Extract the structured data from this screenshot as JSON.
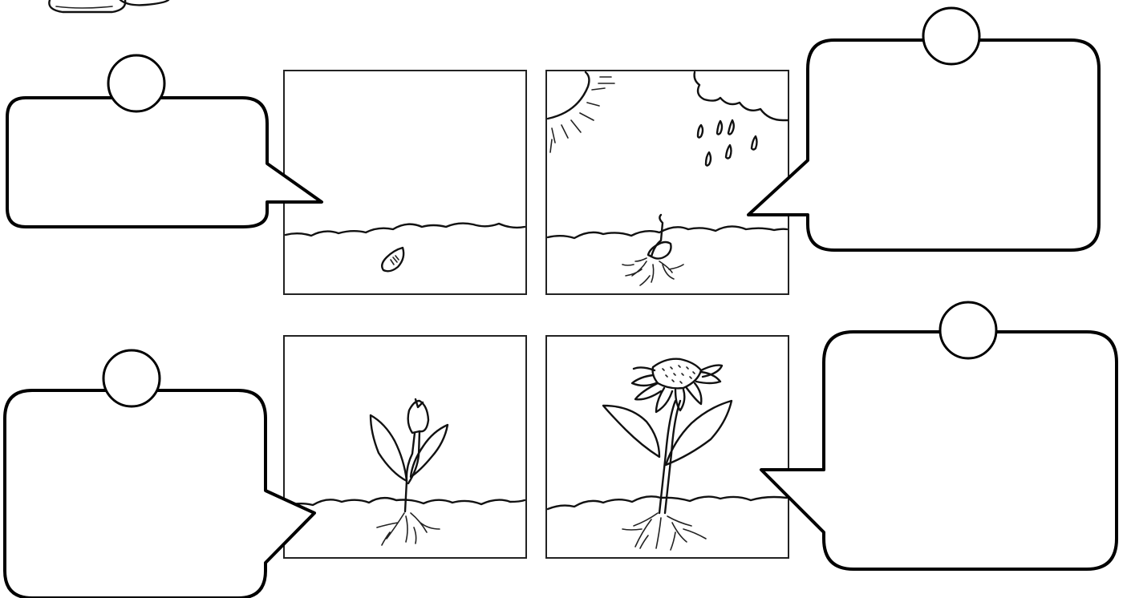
{
  "colors": {
    "ink": "#111111",
    "background": "#ffffff"
  },
  "panels": [
    {
      "stage": "seed",
      "illustration": "seed-icon"
    },
    {
      "stage": "germination",
      "illustration": "sprouting-seed-icon"
    },
    {
      "stage": "seedling",
      "illustration": "seedling-icon"
    },
    {
      "stage": "flowering plant",
      "illustration": "flower-icon"
    }
  ],
  "bubbles": [
    {
      "label": "",
      "number": ""
    },
    {
      "label": "",
      "number": ""
    },
    {
      "label": "",
      "number": ""
    },
    {
      "label": "",
      "number": ""
    }
  ]
}
